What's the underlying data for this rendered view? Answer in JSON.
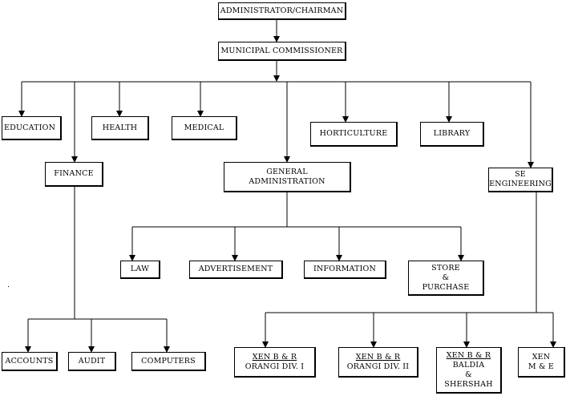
{
  "org_chart": {
    "administrator": "ADMINISTRATOR/CHAIRMAN",
    "commissioner": "MUNICIPAL COMMISSIONER",
    "departments": {
      "education": "EDUCATION",
      "health": "HEALTH",
      "medical": "MEDICAL",
      "horticulture": "HORTICULTURE",
      "library": "LIBRARY",
      "finance": "FINANCE",
      "general_admin": [
        "GENERAL",
        "ADMINISTRATION"
      ],
      "se_engineering": [
        "SE",
        "ENGINEERING"
      ]
    },
    "general_admin_units": {
      "law": "LAW",
      "advertisement": "ADVERTISEMENT",
      "information": "INFORMATION",
      "store_purchase": [
        "STORE",
        "&",
        "PURCHASE"
      ]
    },
    "finance_units": {
      "accounts": "ACCOUNTS",
      "audit": "AUDIT",
      "computers": "COMPUTERS"
    },
    "engineering_units": {
      "xen_orangi_1": [
        "XEN  B & R",
        "ORANGI DIV. I"
      ],
      "xen_orangi_2": [
        "XEN  B & R",
        "ORANGI DIV. II"
      ],
      "xen_baldia": [
        "XEN  B & R",
        "BALDIA",
        "&",
        "SHERSHAH"
      ],
      "xen_me": [
        "XEN",
        "M & E"
      ]
    }
  }
}
